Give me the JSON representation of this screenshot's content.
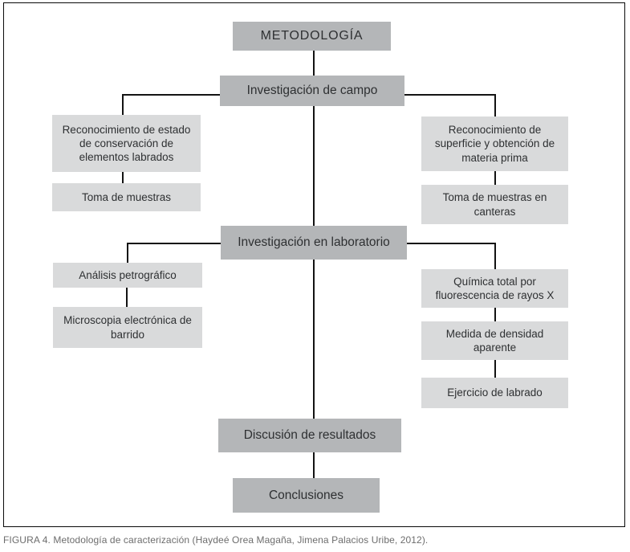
{
  "diagram": {
    "nodes": {
      "metodologia": {
        "label": "METODOLOGÍA",
        "level": "primary"
      },
      "campo": {
        "label": "Investigación de campo",
        "level": "primary"
      },
      "recon_estado": {
        "label": "Reconocimiento de estado de conservación de elementos labrados",
        "level": "secondary"
      },
      "toma_muestras": {
        "label": "Toma de muestras",
        "level": "secondary"
      },
      "recon_superficie": {
        "label": "Reconocimiento de superficie y obtención de materia prima",
        "level": "secondary"
      },
      "toma_canteras": {
        "label": "Toma de muestras en canteras",
        "level": "secondary"
      },
      "laboratorio": {
        "label": "Investigación en laboratorio",
        "level": "primary"
      },
      "analisis": {
        "label": "Análisis petrográfico",
        "level": "secondary"
      },
      "microscopia": {
        "label": "Microscopia electrónica de barrido",
        "level": "secondary"
      },
      "quimica": {
        "label": "Química total por fluorescencia de rayos X",
        "level": "secondary"
      },
      "medida": {
        "label": "Medida de densidad aparente",
        "level": "secondary"
      },
      "ejercicio": {
        "label": "Ejercicio de labrado",
        "level": "secondary"
      },
      "discusion": {
        "label": "Discusión de resultados",
        "level": "primary"
      },
      "conclusiones": {
        "label": "Conclusiones",
        "level": "primary"
      }
    },
    "edges": [
      {
        "from": "metodologia",
        "to": "campo"
      },
      {
        "from": "campo",
        "to": "recon_estado"
      },
      {
        "from": "campo",
        "to": "recon_superficie"
      },
      {
        "from": "recon_estado",
        "to": "toma_muestras"
      },
      {
        "from": "recon_superficie",
        "to": "toma_canteras"
      },
      {
        "from": "campo",
        "to": "laboratorio"
      },
      {
        "from": "laboratorio",
        "to": "analisis"
      },
      {
        "from": "analisis",
        "to": "microscopia"
      },
      {
        "from": "laboratorio",
        "to": "quimica"
      },
      {
        "from": "quimica",
        "to": "medida"
      },
      {
        "from": "medida",
        "to": "ejercicio"
      },
      {
        "from": "laboratorio",
        "to": "discusion"
      },
      {
        "from": "discusion",
        "to": "conclusiones"
      }
    ],
    "colors": {
      "primary_box": "#b4b6b8",
      "secondary_box": "#d9dadb",
      "box_text": "#2e3032",
      "connector": "#131313",
      "border": "#0a0a0a",
      "caption_text": "#6d6d6d",
      "background": "#ffffff"
    }
  },
  "caption": "FIGURA 4. Metodología de caracterización (Haydeé Orea Magaña, Jimena Palacios Uribe, 2012)."
}
